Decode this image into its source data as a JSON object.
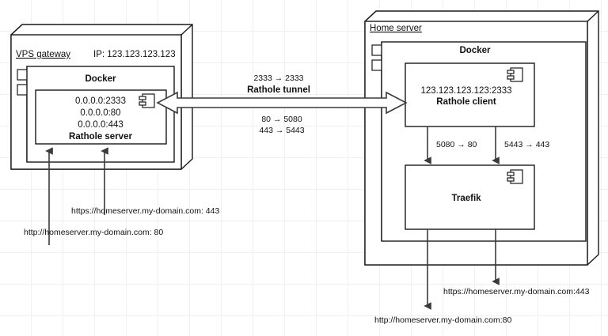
{
  "diagram": {
    "type": "uml-deployment-diagram",
    "title_visible": false,
    "background": "#ffffff",
    "grid_color": "#eef0f2"
  },
  "vps": {
    "package_label": "VPS gateway",
    "ip_label": "IP: 123.123.123.123",
    "docker_label": "Docker",
    "rathole_server": {
      "bind_1": "0.0.0.0:2333",
      "bind_2": "0.0.0.0:80",
      "bind_3": "0.0.0.0:443",
      "name": "Rathole server"
    }
  },
  "home": {
    "package_label": "Home server",
    "docker_label": "Docker",
    "rathole_client": {
      "endpoint": "123.123.123.123:2333",
      "name": "Rathole client"
    },
    "traefik": {
      "name": "Traefik"
    }
  },
  "tunnel": {
    "top_ports": "2333 → 2333",
    "name": "Rathole tunnel",
    "bottom_ports_1": "80 → 5080",
    "bottom_ports_2": "443 → 5443"
  },
  "home_internal_links": {
    "http_map": "5080 → 80",
    "https_map": "5443 → 443"
  },
  "vps_inbound_urls": {
    "https": "https://homeserver.my-domain.com: 443",
    "http": "http://homeserver.my-domain.com: 80"
  },
  "home_outbound_urls": {
    "https": "https://homeserver.my-domain.com:443",
    "http": "http://homeserver.my-domain.com:80"
  },
  "icons": {
    "component_icon": "uml-component-icon",
    "port_icon": "uml-port-icon"
  }
}
